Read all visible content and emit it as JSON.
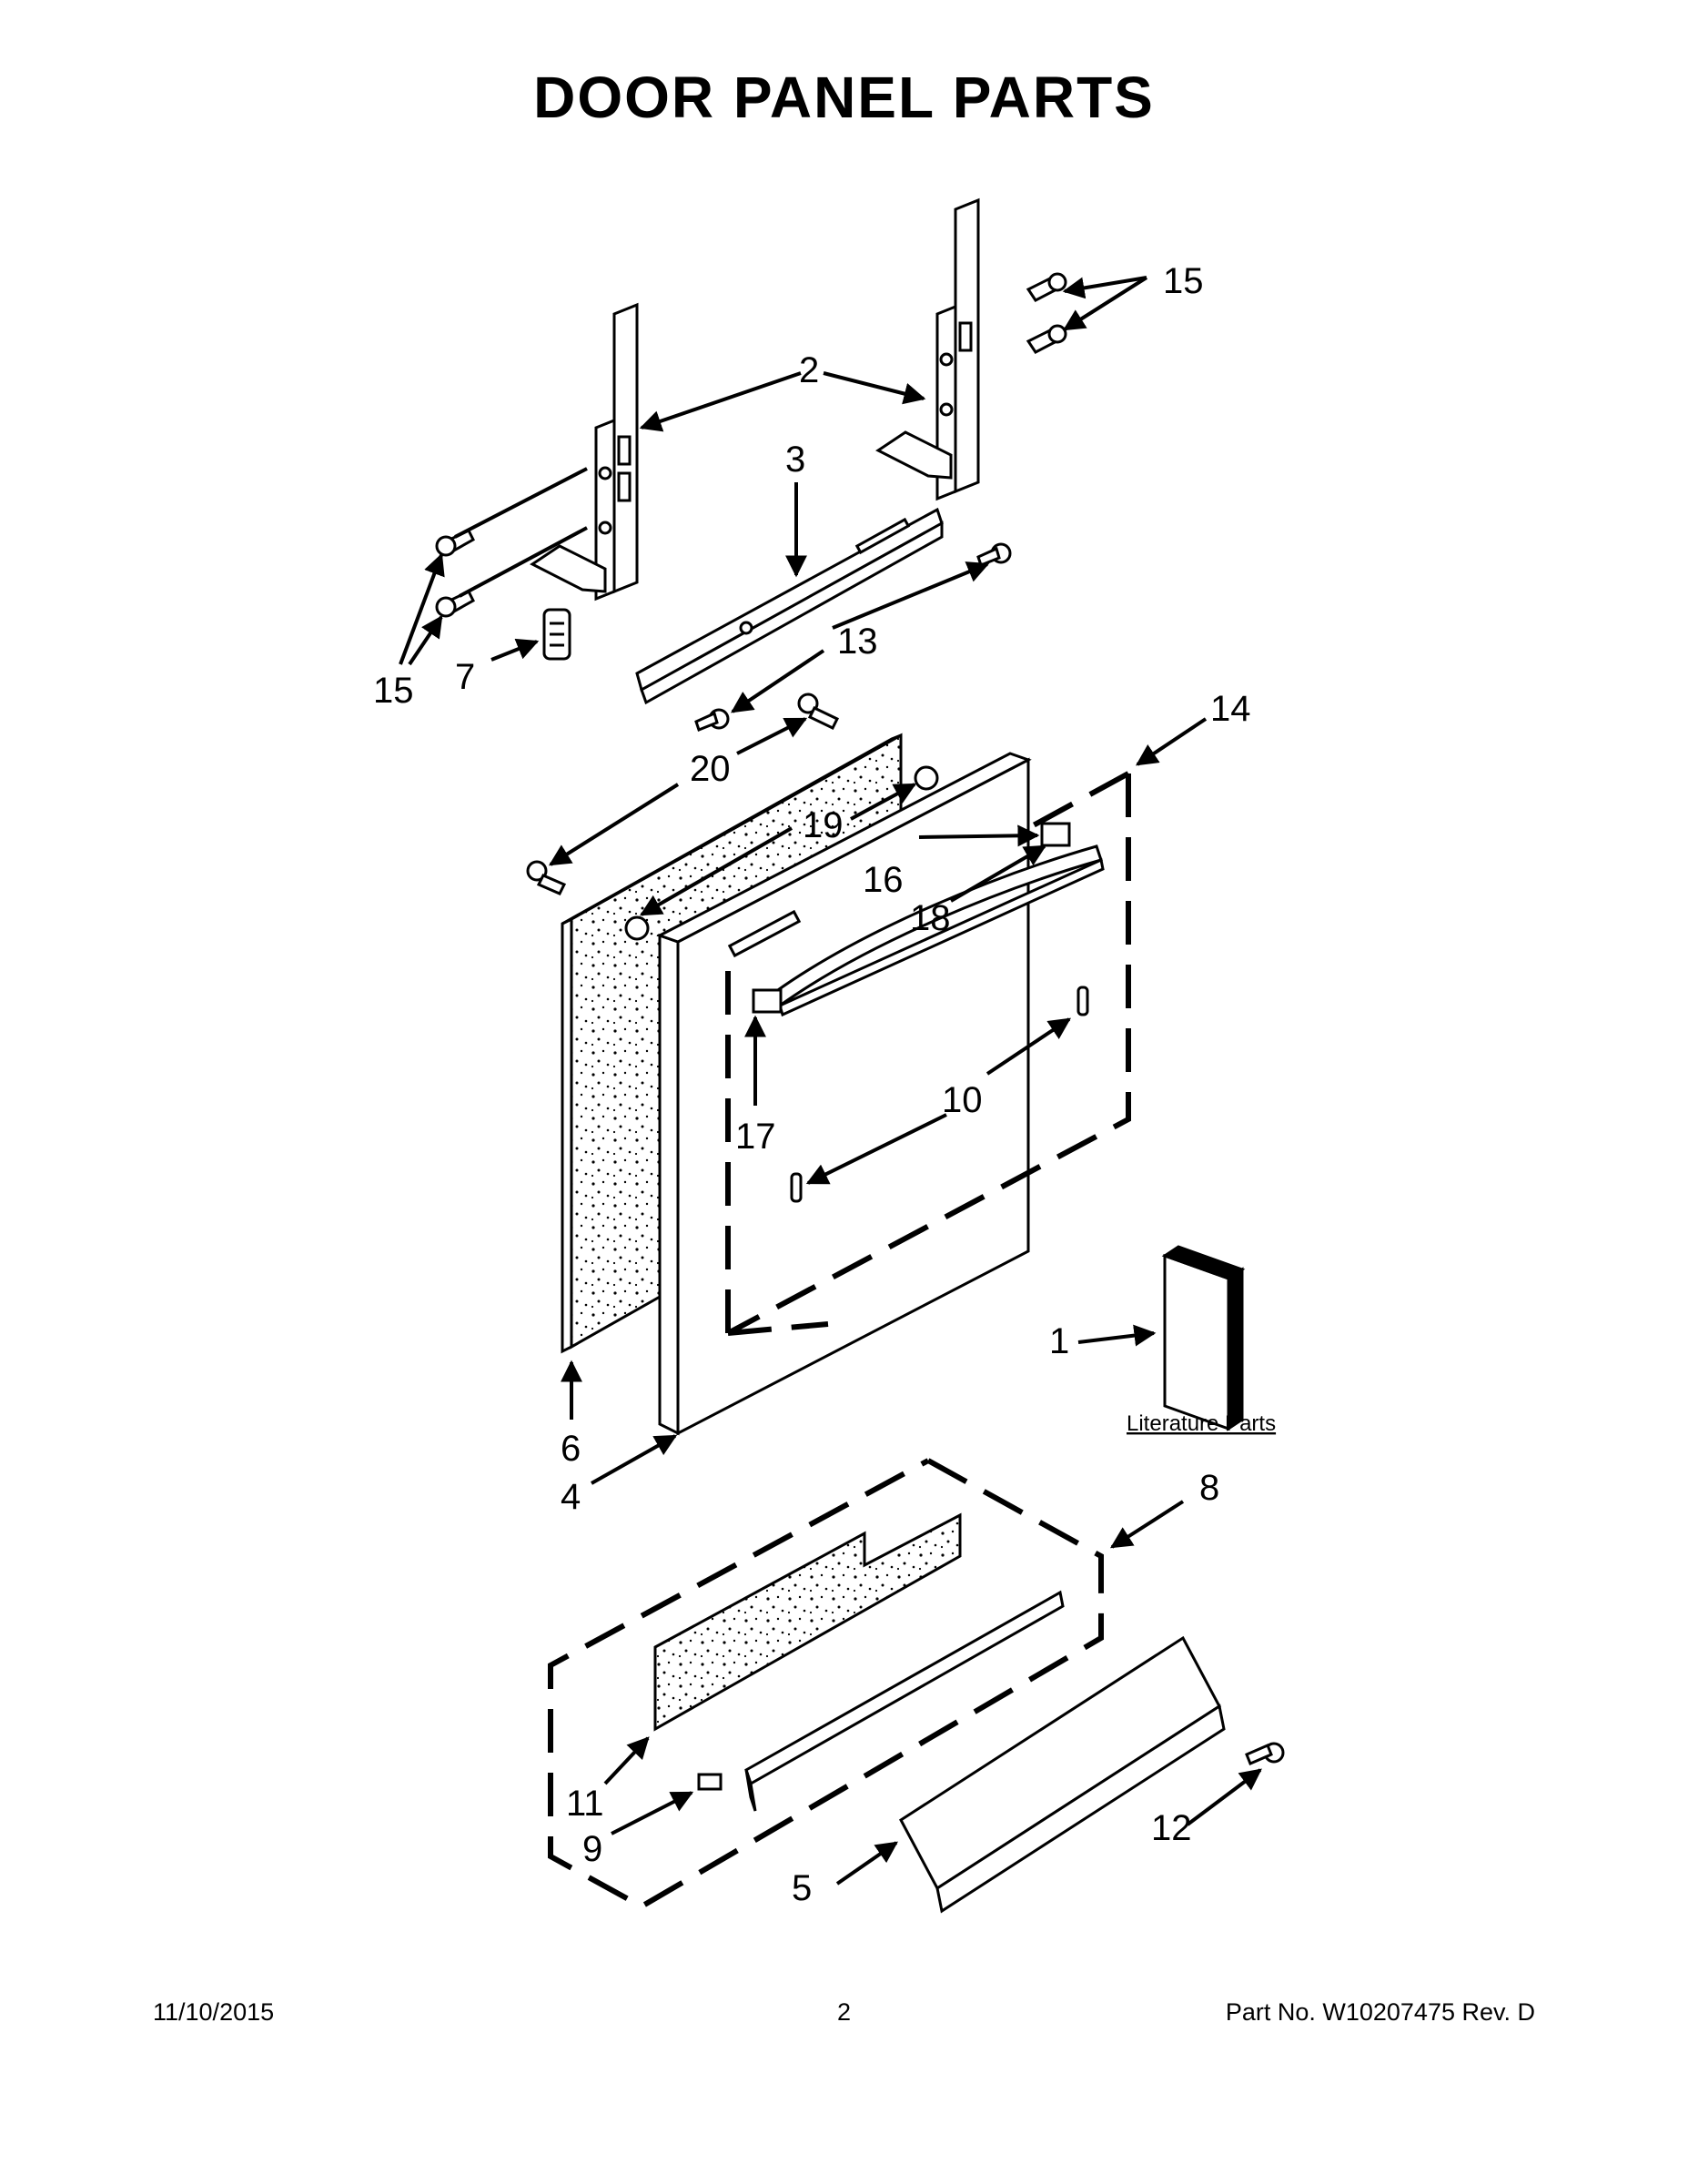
{
  "title": "DOOR PANEL PARTS",
  "callouts": {
    "c1": "1",
    "c2": "2",
    "c3": "3",
    "c4": "4",
    "c5": "5",
    "c6": "6",
    "c7": "7",
    "c8": "8",
    "c9": "9",
    "c10": "10",
    "c11": "11",
    "c12": "12",
    "c13": "13",
    "c14": "14",
    "c15a": "15",
    "c15b": "15",
    "c16": "16",
    "c17": "17",
    "c18": "18",
    "c19": "19",
    "c20": "20"
  },
  "literature_label": "Literature Parts",
  "footer": {
    "date": "11/10/2015",
    "page": "2",
    "part_number": "Part No.  W10207475  Rev.  D"
  }
}
